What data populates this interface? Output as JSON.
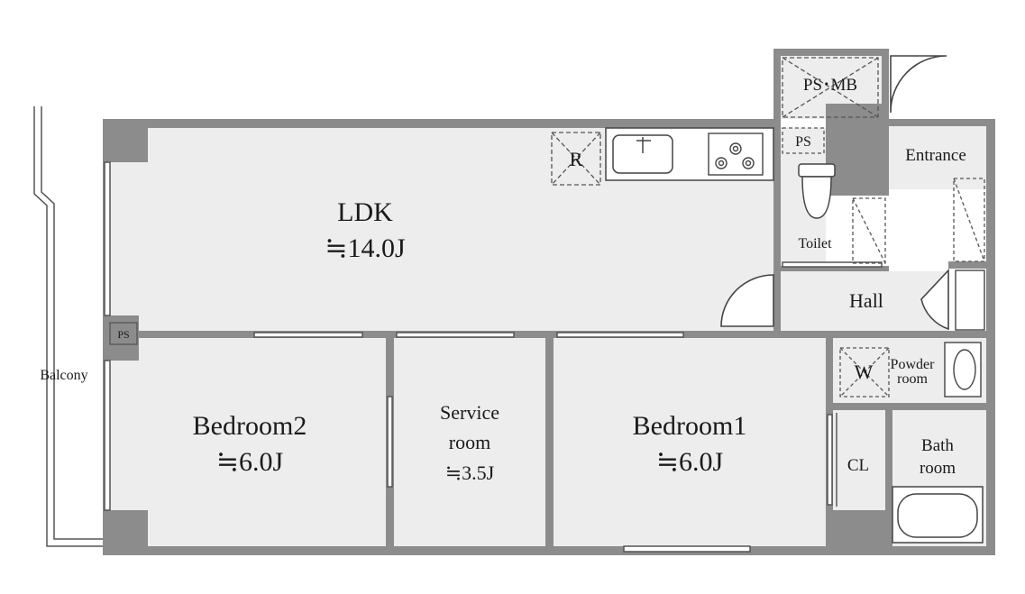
{
  "rooms": {
    "ldk": {
      "name": "LDK",
      "area": "≒14.0J"
    },
    "bedroom2": {
      "name": "Bedroom2",
      "area": "≒6.0J"
    },
    "service": {
      "line1": "Service",
      "line2": "room",
      "area": "≒3.5J"
    },
    "bedroom1": {
      "name": "Bedroom1",
      "area": "≒6.0J"
    },
    "toilet": "Toilet",
    "hall": "Hall",
    "entrance": "Entrance",
    "powder": {
      "w": "W",
      "line1": "Powder",
      "line2": "room"
    },
    "bath": {
      "line1": "Bath",
      "line2": "room"
    },
    "closet": "CL",
    "balcony": "Balcony"
  },
  "marks": {
    "ps_mb": "PS･MB",
    "ps_top": "PS",
    "ps_left": "PS",
    "refrigerator": "R"
  },
  "icons": [
    "kitchen-sink-icon",
    "stove-burners-icon",
    "toilet-icon",
    "bathtub-icon",
    "washbasin-icon",
    "door-swing-icon"
  ]
}
